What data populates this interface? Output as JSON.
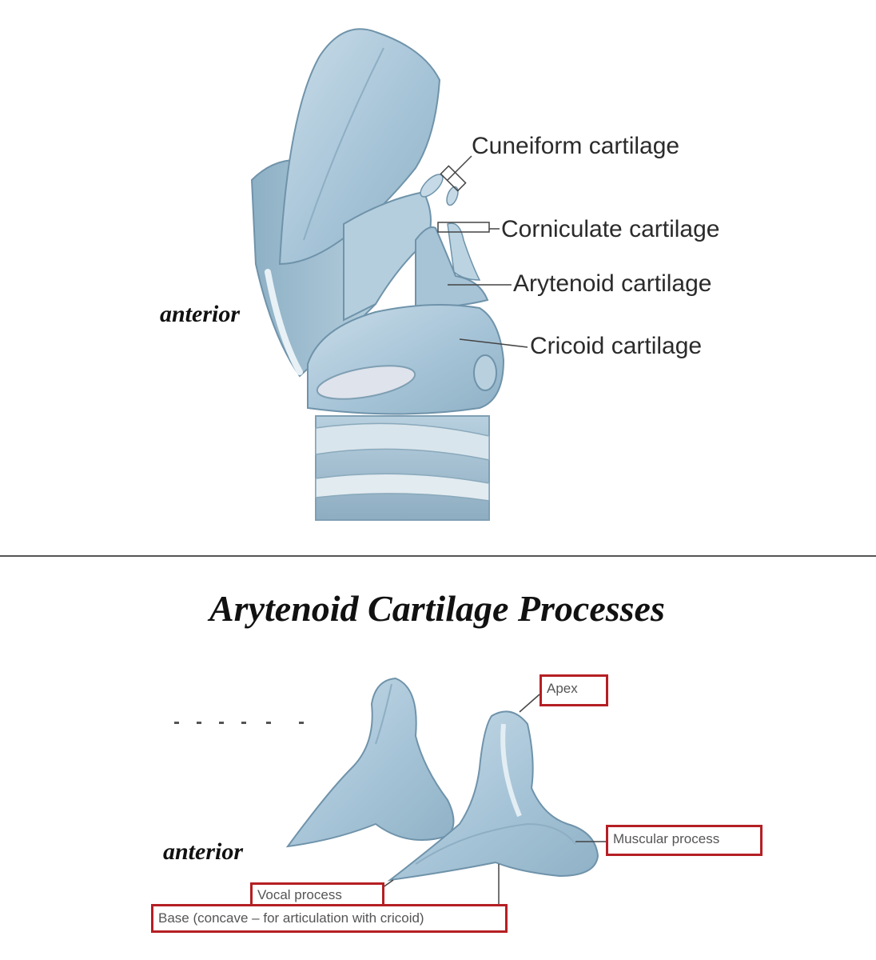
{
  "top_figure": {
    "labels": {
      "cuneiform": "Cuneiform cartilage",
      "corniculate": "Corniculate cartilage",
      "arytenoid": "Arytenoid cartilage",
      "cricoid": "Cricoid cartilage"
    },
    "orientation": "anterior"
  },
  "bottom_figure": {
    "title": "Arytenoid Cartilage Processes",
    "orientation": "anterior",
    "labels": {
      "apex": "Apex",
      "muscular": "Muscular process",
      "vocal": "Vocal process",
      "base": "Base (concave – for articulation with cricoid)"
    }
  },
  "colors": {
    "cartilage": "#a9c6d9",
    "cartilage_dark": "#7ea3bb",
    "cartilage_light": "#cfe0ea",
    "highlight_box": "#b51f24",
    "text": "#2b2b2b"
  }
}
